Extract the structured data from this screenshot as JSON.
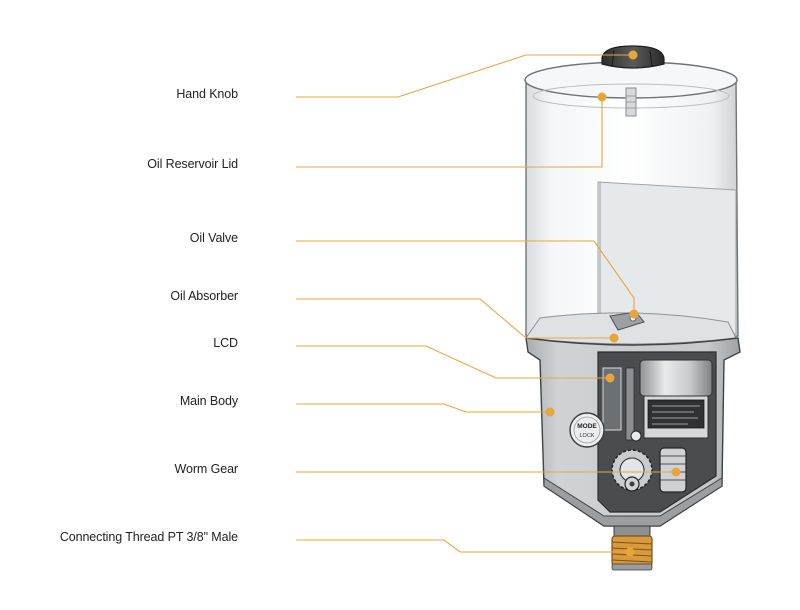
{
  "labels": {
    "hand_knob": "Hand Knob",
    "reservoir_lid": "Oil Reservoir Lid",
    "oil_valve": "Oil Valve",
    "oil_absorber": "Oil Absorber",
    "lcd": "LCD",
    "main_body": "Main Body",
    "worm_gear": "Worm Gear",
    "connecting_thread": "Connecting Thread PT 3/8\" Male"
  },
  "button": {
    "line1": "MODE",
    "line2": "LOCK"
  },
  "colors": {
    "leader": "#e8a63a",
    "body_dark": "#4a4a4a",
    "body_light": "#bfc3c6",
    "reservoir": "#e9ecee",
    "thread": "#d79a3d"
  }
}
